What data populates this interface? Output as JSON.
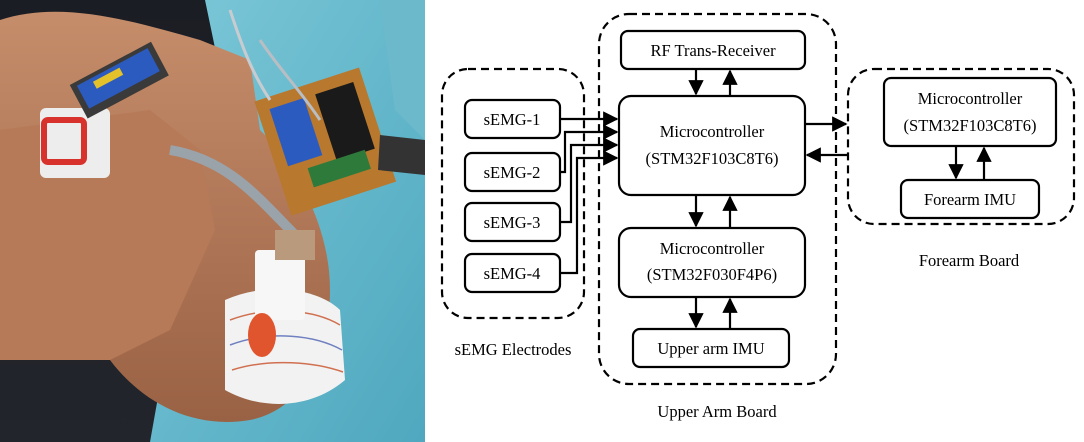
{
  "groups": {
    "electrodes": "sEMG Electrodes",
    "upper_arm": "Upper Arm Board",
    "forearm": "Forearm Board"
  },
  "blocks": {
    "semg1": "sEMG-1",
    "semg2": "sEMG-2",
    "semg3": "sEMG-3",
    "semg4": "sEMG-4",
    "rf": "RF Trans-Receiver",
    "mcu_main_line1": "Microcontroller",
    "mcu_main_line2": "(STM32F103C8T6)",
    "mcu_sub_line1": "Microcontroller",
    "mcu_sub_line2": "(STM32F030F4P6)",
    "upper_imu": "Upper arm IMU",
    "fore_mcu_line1": "Microcontroller",
    "fore_mcu_line2": "(STM32F103C8T6)",
    "fore_imu": "Forearm IMU"
  }
}
